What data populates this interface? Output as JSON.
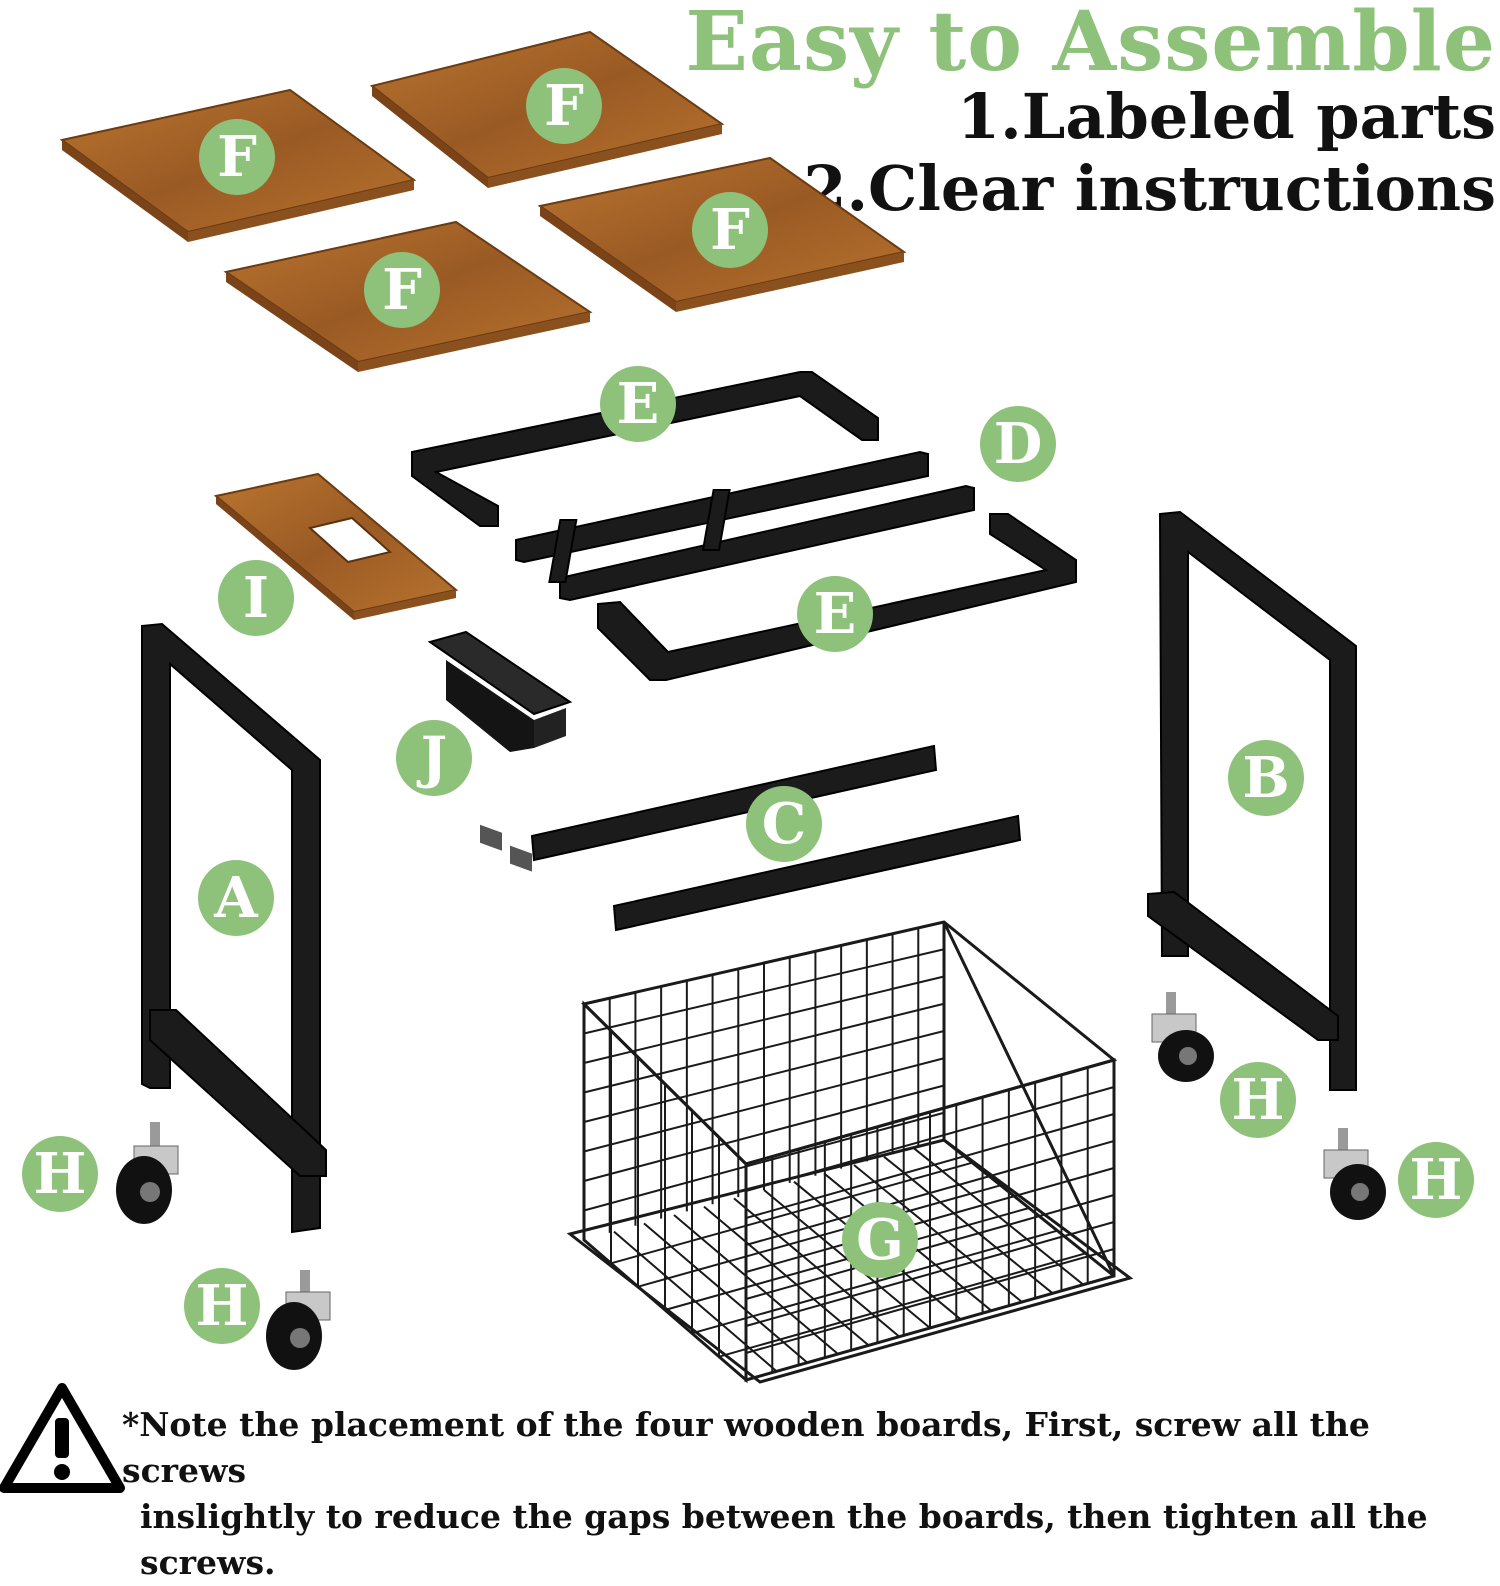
{
  "heading": {
    "title": "Easy to Assemble",
    "line1": "1.Labeled parts",
    "line2": "2.Clear instructions"
  },
  "parts": [
    {
      "id": "F-1",
      "letter": "F",
      "icon": "wooden-shelf-board"
    },
    {
      "id": "F-2",
      "letter": "F",
      "icon": "wooden-shelf-board"
    },
    {
      "id": "F-3",
      "letter": "F",
      "icon": "wooden-shelf-board"
    },
    {
      "id": "F-4",
      "letter": "F",
      "icon": "wooden-shelf-board"
    },
    {
      "id": "E-1",
      "letter": "E",
      "icon": "u-shaped-metal-frame"
    },
    {
      "id": "D",
      "letter": "D",
      "icon": "h-shaped-metal-frame"
    },
    {
      "id": "E-2",
      "letter": "E",
      "icon": "u-shaped-metal-frame"
    },
    {
      "id": "I",
      "letter": "I",
      "icon": "wooden-board-with-cutout"
    },
    {
      "id": "J",
      "letter": "J",
      "icon": "power-outlet-strip"
    },
    {
      "id": "A",
      "letter": "A",
      "icon": "left-side-frame"
    },
    {
      "id": "B",
      "letter": "B",
      "icon": "right-side-frame"
    },
    {
      "id": "C",
      "letter": "C",
      "icon": "metal-crossbar"
    },
    {
      "id": "G",
      "letter": "G",
      "icon": "wire-basket"
    },
    {
      "id": "H-1",
      "letter": "H",
      "icon": "caster-wheel"
    },
    {
      "id": "H-2",
      "letter": "H",
      "icon": "caster-wheel"
    },
    {
      "id": "H-3",
      "letter": "H",
      "icon": "caster-wheel"
    },
    {
      "id": "H-4",
      "letter": "H",
      "icon": "caster-wheel"
    }
  ],
  "note": {
    "line1": "*Note the placement of the four wooden boards, First, screw all the screws",
    "line2": "inslightly to reduce the gaps between the boards, then tighten all the screws."
  },
  "icons": {
    "warning": "warning-triangle-icon"
  },
  "colors": {
    "label_green": "#8ec27a",
    "wood": "#a8652a",
    "metal": "#1b1b1b",
    "text": "#111111"
  }
}
